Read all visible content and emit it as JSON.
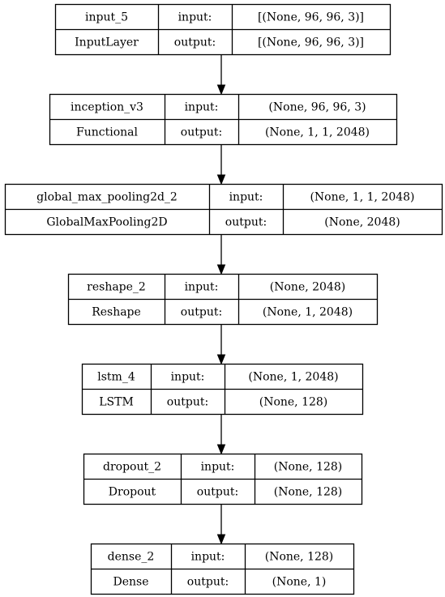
{
  "diagram": {
    "layers": [
      {
        "name": "input_5",
        "type": "InputLayer",
        "input_label": "input:",
        "output_label": "output:",
        "input_shape": "[(None, 96, 96, 3)]",
        "output_shape": "[(None, 96, 96, 3)]"
      },
      {
        "name": "inception_v3",
        "type": "Functional",
        "input_label": "input:",
        "output_label": "output:",
        "input_shape": "(None, 96, 96, 3)",
        "output_shape": "(None, 1, 1, 2048)"
      },
      {
        "name": "global_max_pooling2d_2",
        "type": "GlobalMaxPooling2D",
        "input_label": "input:",
        "output_label": "output:",
        "input_shape": "(None, 1, 1, 2048)",
        "output_shape": "(None, 2048)"
      },
      {
        "name": "reshape_2",
        "type": "Reshape",
        "input_label": "input:",
        "output_label": "output:",
        "input_shape": "(None, 2048)",
        "output_shape": "(None, 1, 2048)"
      },
      {
        "name": "lstm_4",
        "type": "LSTM",
        "input_label": "input:",
        "output_label": "output:",
        "input_shape": "(None, 1, 2048)",
        "output_shape": "(None, 128)"
      },
      {
        "name": "dropout_2",
        "type": "Dropout",
        "input_label": "input:",
        "output_label": "output:",
        "input_shape": "(None, 128)",
        "output_shape": "(None, 128)"
      },
      {
        "name": "dense_2",
        "type": "Dense",
        "input_label": "input:",
        "output_label": "output:",
        "input_shape": "(None, 128)",
        "output_shape": "(None, 1)"
      }
    ]
  },
  "colors": {
    "stroke": "#000000",
    "background": "#ffffff",
    "text": "#000000"
  }
}
